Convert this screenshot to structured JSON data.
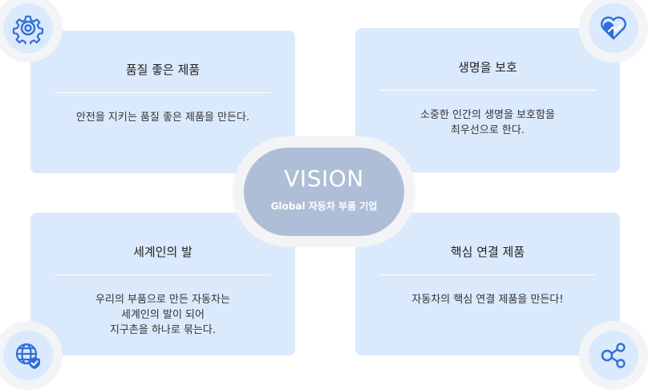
{
  "vision": {
    "title": "VISION",
    "subtitle": "Global 자동차 부품 기업"
  },
  "cards": [
    {
      "title": "품질 좋은 제품",
      "lines": [
        "안전을 지키는 품질 좋은 제품을 만든다."
      ],
      "icon": "gear-icon"
    },
    {
      "title": "생명을 보호",
      "lines": [
        "소중한 인간의 생명을 보호함을",
        "최우선으로 한다."
      ],
      "icon": "heart-icon"
    },
    {
      "title": "세계인의 발",
      "lines": [
        "우리의 부품으로 만든 자동차는",
        "세계인의 발이 되어",
        "지구촌을 하나로 묶는다."
      ],
      "icon": "globe-check-icon"
    },
    {
      "title": "핵심 연결 제품",
      "lines": [
        "자동차의 핵심 연결 제품을 만든다!"
      ],
      "icon": "share-nodes-icon"
    }
  ],
  "colors": {
    "accent": "#2f6fd6",
    "card": "#dbe9fc",
    "pill": "#aebed6"
  }
}
